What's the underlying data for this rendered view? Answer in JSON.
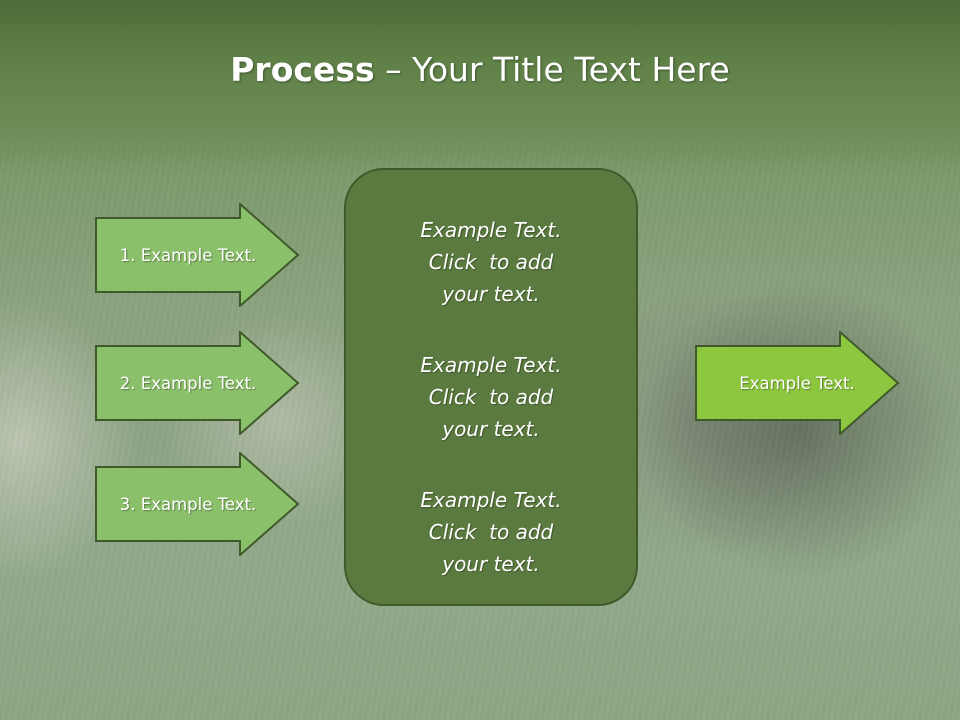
{
  "slide": {
    "title_bold": "Process",
    "title_rest": " – Your Title Text Here"
  },
  "left_arrows": [
    {
      "label": "1. Example Text."
    },
    {
      "label": "2. Example Text."
    },
    {
      "label": "3. Example Text."
    }
  ],
  "center_box": {
    "blocks": [
      {
        "line1": "Example Text.",
        "line2": "Click  to add",
        "line3": "your text."
      },
      {
        "line1": "Example Text.",
        "line2": "Click  to add",
        "line3": "your text."
      },
      {
        "line1": "Example Text.",
        "line2": "Click  to add",
        "line3": "your text."
      }
    ]
  },
  "right_arrow": {
    "label": "Example Text."
  },
  "colors": {
    "title_band": "#5f8147",
    "left_arrow_fill": "#8bc06a",
    "right_arrow_fill": "#8dc63f",
    "center_box_fill": "#5b7a3f",
    "border": "#3f5a2a"
  }
}
